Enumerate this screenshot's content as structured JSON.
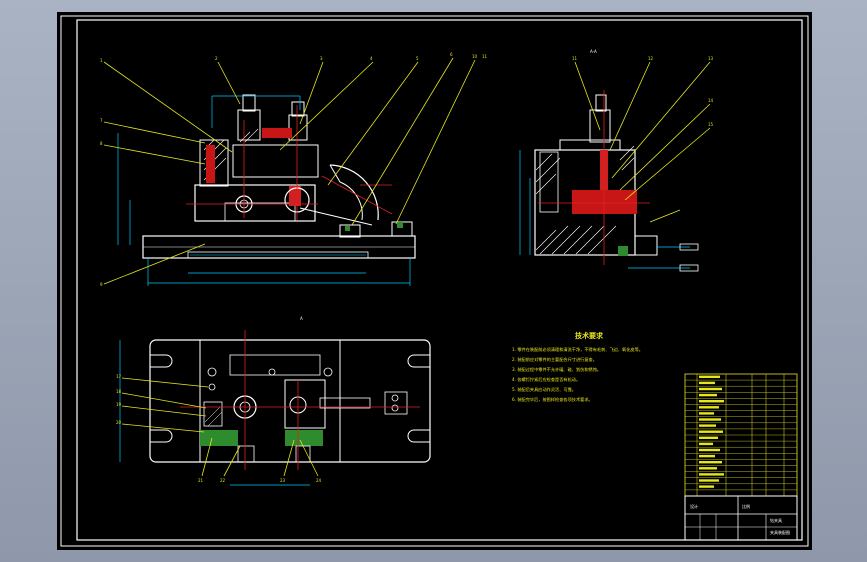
{
  "drawing": {
    "section_label": "A-A",
    "top_view_label": "A",
    "tech_req": {
      "title": "技术要求",
      "items": [
        "1. 零件在装配前必须清理和清洗干净，不得有毛刺、飞边、氧化皮等。",
        "2. 装配前应对零件的主要配合尺寸进行复查。",
        "3. 装配过程中零件不允许磕、碰、划伤和锈蚀。",
        "4. 各螺钉拧紧后应检查是否有松动。",
        "5. 装配后夹具应动作灵活、可靠。",
        "6. 装配完毕后，按图样检查各项技术要求。"
      ]
    },
    "balloons_front": [
      "1",
      "2",
      "3",
      "4",
      "5",
      "6",
      "7",
      "8",
      "9",
      "10",
      "11"
    ],
    "balloons_section": [
      "11",
      "12",
      "13",
      "14",
      "15"
    ],
    "balloons_top": [
      "17",
      "18",
      "19",
      "20",
      "21",
      "22",
      "23",
      "24"
    ],
    "title_block": {
      "name": "钻夹具",
      "drawing": "夹具装配图",
      "designer": "设计",
      "scale": "比例"
    }
  }
}
